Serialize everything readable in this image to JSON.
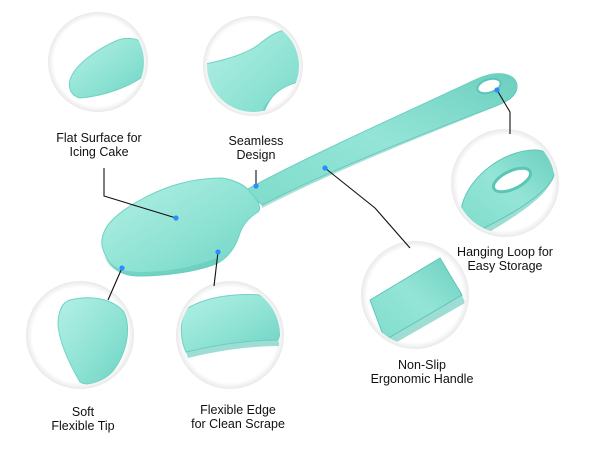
{
  "colors": {
    "silicone": "#8FE3D4",
    "silicone_light": "#B4F0E6",
    "silicone_dark": "#5CC6B6",
    "leader": "#111111",
    "dot": "#2E8BFF",
    "circle_ring": "#F1F1F1"
  },
  "callouts": [
    {
      "id": "flat-surface",
      "lines": [
        "Flat Surface for",
        "Icing Cake"
      ]
    },
    {
      "id": "seamless",
      "lines": [
        "Seamless",
        "Design"
      ]
    },
    {
      "id": "hanging-loop",
      "lines": [
        "Hanging Loop for",
        "Easy Storage"
      ]
    },
    {
      "id": "non-slip",
      "lines": [
        "Non-Slip",
        "Ergonomic Handle"
      ]
    },
    {
      "id": "soft-tip",
      "lines": [
        "Soft",
        "Flexible Tip"
      ]
    },
    {
      "id": "flexible-edge",
      "lines": [
        "Flexible Edge",
        "for Clean Scrape"
      ]
    }
  ]
}
